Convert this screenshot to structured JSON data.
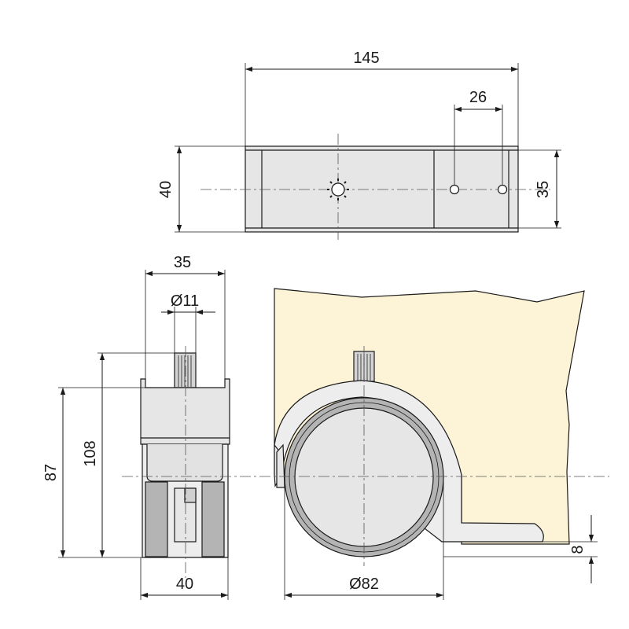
{
  "colors": {
    "line": "#1a1a1a",
    "part_fill": "#e6e6e6",
    "part_fill_light": "#ededed",
    "part_fill_dark": "#b4b4b4",
    "furniture_fill": "#fdf3d6"
  },
  "dimensions": {
    "top_length": "145",
    "top_hole_spacing": "26",
    "top_width": "40",
    "top_width_inner": "35",
    "side_width": "35",
    "stem_diameter": "Ø11",
    "total_height": "108",
    "body_height": "87",
    "base_width": "40",
    "wheel_diameter": "Ø82",
    "floor_offset": "8"
  }
}
